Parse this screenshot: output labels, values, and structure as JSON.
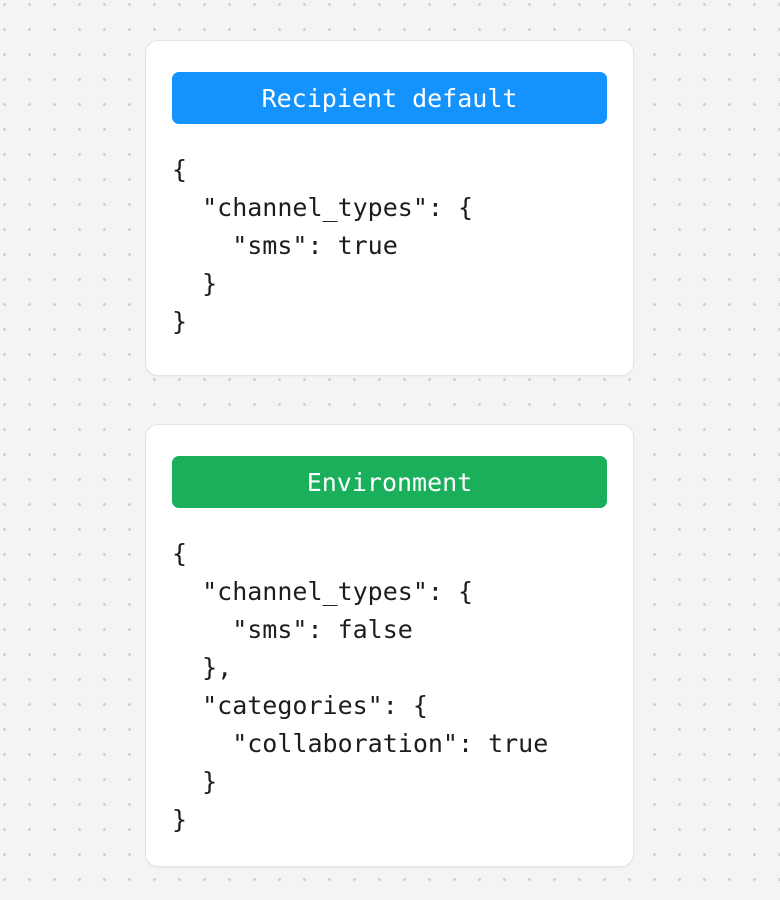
{
  "page": {
    "background_color": "#f4f4f4",
    "dot_color": "#cfcfcf",
    "card_background": "#ffffff",
    "card_border_color": "#e4e4e4",
    "code_text_color": "#1d1d1d"
  },
  "cards": [
    {
      "id": "recipient-default",
      "header_label": "Recipient default",
      "header_color": "#1493ff",
      "header_text_color": "#ffffff",
      "code": "{\n  \"channel_types\": {\n    \"sms\": true\n  }\n}",
      "code_lines": [
        "{",
        "  \"channel_types\": {",
        "    \"sms\": true",
        "  }",
        "}"
      ],
      "settings": {
        "channel_types": {
          "sms": true
        }
      }
    },
    {
      "id": "environment",
      "header_label": "Environment",
      "header_color": "#1aaf5a",
      "header_text_color": "#ffffff",
      "code": "{\n  \"channel_types\": {\n    \"sms\": false\n  },\n  \"categories\": {\n    \"collaboration\": true\n  }\n}",
      "code_lines": [
        "{",
        "  \"channel_types\": {",
        "    \"sms\": false",
        "  },",
        "  \"categories\": {",
        "    \"collaboration\": true",
        "  }",
        "}"
      ],
      "settings": {
        "channel_types": {
          "sms": false
        },
        "categories": {
          "collaboration": true
        }
      }
    }
  ]
}
